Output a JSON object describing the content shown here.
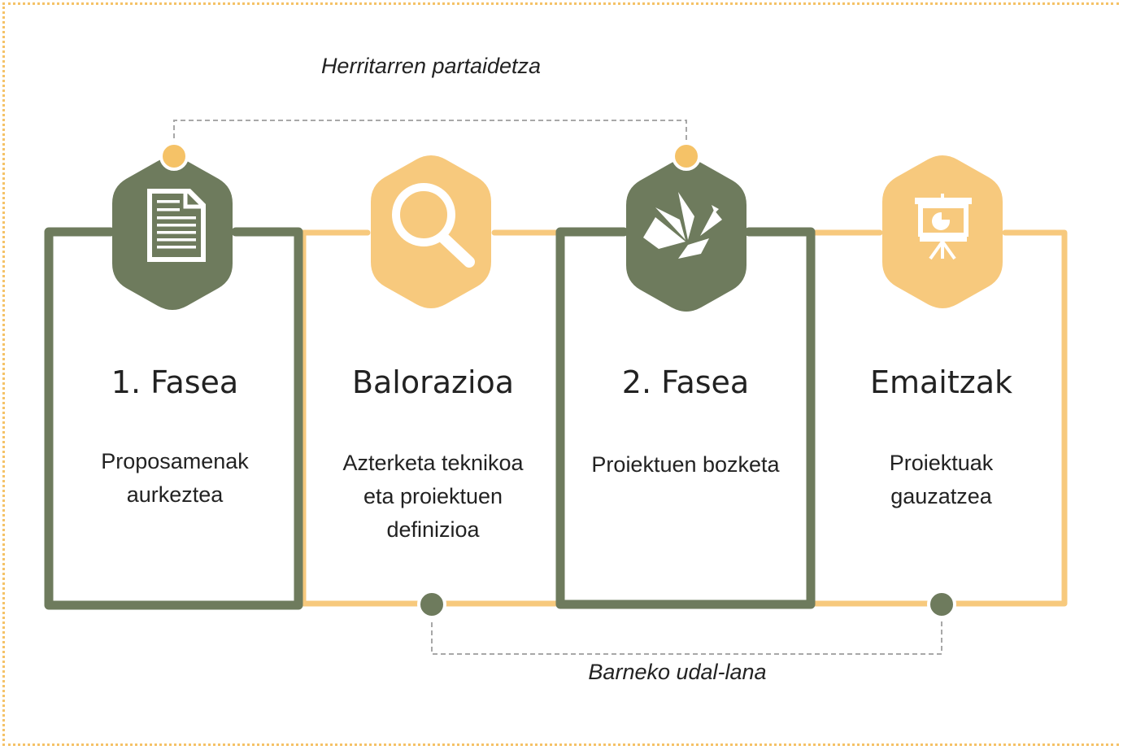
{
  "labels": {
    "top": "Herritarren partaidetza",
    "bottom": "Barneko udal-lana"
  },
  "phases": [
    {
      "title": "1. Fasea",
      "description": "Proposamenak aurkeztea",
      "icon": "document-icon",
      "color": "green"
    },
    {
      "title": "Balorazioa",
      "description": "Azterketa teknikoa eta proiektuen definizioa",
      "icon": "magnifier-icon",
      "color": "yellow"
    },
    {
      "title": "2. Fasea",
      "description": "Proiektuen bozketa",
      "icon": "origami-bird-icon",
      "color": "green"
    },
    {
      "title": "Emaitzak",
      "description": "Proiektuak gauzatzea",
      "icon": "presentation-board-icon",
      "color": "yellow"
    }
  ],
  "colors": {
    "green": "#6e7b5d",
    "yellow": "#f7c97d",
    "dot_yellow": "#f5c267",
    "connector": "#a8a8a8",
    "border": "#f5c267"
  }
}
